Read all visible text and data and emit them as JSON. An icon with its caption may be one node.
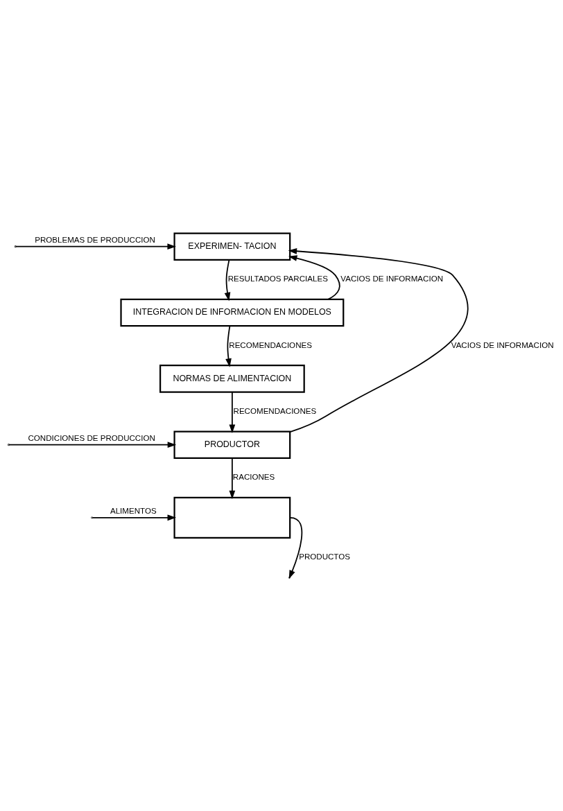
{
  "diagram": {
    "nodes": [
      {
        "text": [
          "EXPERIMEN- TACION"
        ]
      },
      {
        "text": [
          "INTEGRACION DE INFORMACION EN MODELOS"
        ]
      },
      {
        "text": [
          "NORMAS DE ALIMENTACION"
        ]
      },
      {
        "text": [
          "PRODUCTOR"
        ]
      },
      {
        "text": [],
        "shape": "box"
      }
    ],
    "edges": [
      {
        "from": null,
        "to": 0,
        "arrow": "to",
        "label": "PROBLEMAS DE PRODUCCION"
      },
      {
        "from": 0,
        "to": 1,
        "arrow": "to",
        "label": "RESULTADOS PARCIALES"
      },
      {
        "from": 1,
        "to": 0,
        "arrow": "to",
        "label": "VACIOS DE INFORMACION"
      },
      {
        "from": 1,
        "to": 2,
        "arrow": "to",
        "label": "RECOMENDACIONES"
      },
      {
        "from": 2,
        "to": 3,
        "arrow": "to",
        "label": "RECOMENDACIONES"
      },
      {
        "from": 3,
        "to": 0,
        "arrow": "to",
        "label": "VACIOS DE INFORMACION"
      },
      {
        "from": null,
        "to": 3,
        "arrow": "to",
        "label": "CONDICIONES DE PRODUCCION"
      },
      {
        "from": 3,
        "to": 4,
        "arrow": "to",
        "label": "RACIONES"
      },
      {
        "from": null,
        "to": 4,
        "arrow": "to",
        "label": "ALIMENTOS"
      },
      {
        "from": 4,
        "to": null,
        "arrow": "to",
        "label": "PRODUCTOS"
      }
    ]
  }
}
